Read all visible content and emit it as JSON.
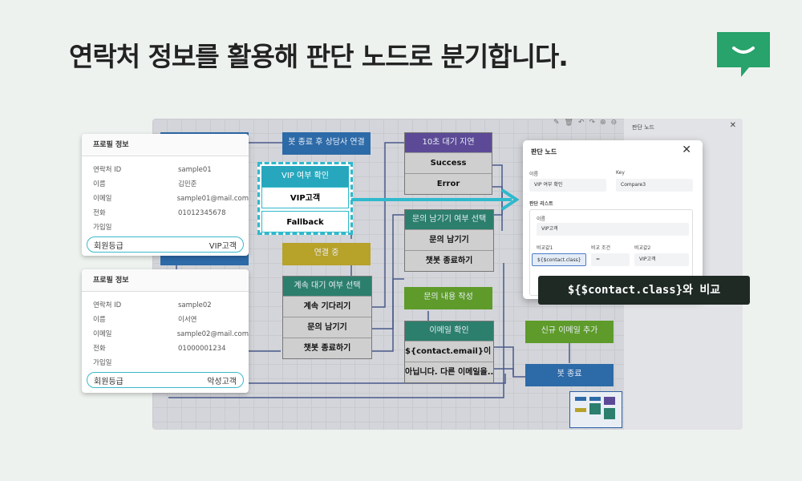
{
  "headline": "연락처 정보를 활용해 판단 노드로 분기합니다.",
  "colors": {
    "brand": "#27a36b",
    "accent": "#2fb9cc"
  },
  "profile1": {
    "title": "프로필 정보",
    "rows": [
      {
        "k": "연락처 ID",
        "v": "sample01"
      },
      {
        "k": "이름",
        "v": "김민준"
      },
      {
        "k": "이메일",
        "v": "sample01@mail.com"
      },
      {
        "k": "전화",
        "v": "01012345678"
      },
      {
        "k": "가입일",
        "v": ""
      }
    ],
    "grade_label": "회원등급",
    "grade_value": "VIP고객"
  },
  "profile2": {
    "title": "프로필 정보",
    "rows": [
      {
        "k": "연락처 ID",
        "v": "sample02"
      },
      {
        "k": "이름",
        "v": "이서연"
      },
      {
        "k": "이메일",
        "v": "sample02@mail.com"
      },
      {
        "k": "전화",
        "v": "01000001234"
      },
      {
        "k": "가입일",
        "v": ""
      }
    ],
    "grade_label": "회원등급",
    "grade_value": "악성고객"
  },
  "flow": {
    "bot_end_connect": "봇 종료 후 상담사 연결",
    "vip_check": {
      "title": "VIP 여부 확인",
      "rows": [
        "VIP고객",
        "Fallback"
      ]
    },
    "connecting": "연결 중",
    "continue_wait": {
      "title": "계속 대기 여부 선택",
      "rows": [
        "계속 기다리기",
        "문의 남기기",
        "챗봇 종료하기"
      ]
    },
    "delay": {
      "title": "10초 대기 지연",
      "rows": [
        "Success",
        "Error"
      ]
    },
    "leave_inquiry": {
      "title": "문의 남기기 여부 선택",
      "rows": [
        "문의 남기기",
        "챗봇 종료하기"
      ]
    },
    "write_inquiry": "문의 내용 작성",
    "email_check": {
      "title": "이메일 확인",
      "rows": [
        "${contact.email}이 ...",
        "아닙니다. 다른 이메일을..."
      ]
    },
    "add_email": "신규 이메일 추가",
    "bot_end": "봇 종료"
  },
  "side_panel": {
    "title": "판단 노드"
  },
  "modal": {
    "title": "판단 노드",
    "name_label": "이름",
    "name_value": "VIP 여부 확인",
    "key_label": "Key",
    "key_value": "Compare3",
    "list_label": "판단 리스트",
    "inner_name_label": "이름",
    "inner_name_value": "VIP고객",
    "compare1_label": "비교값1",
    "compare1_value": "${$contact.class}",
    "cond_label": "비교 조건",
    "cond_value": "=",
    "compare2_label": "비교값2",
    "compare2_value": "VIP고객"
  },
  "callout": "${$contact.class}와 비교"
}
